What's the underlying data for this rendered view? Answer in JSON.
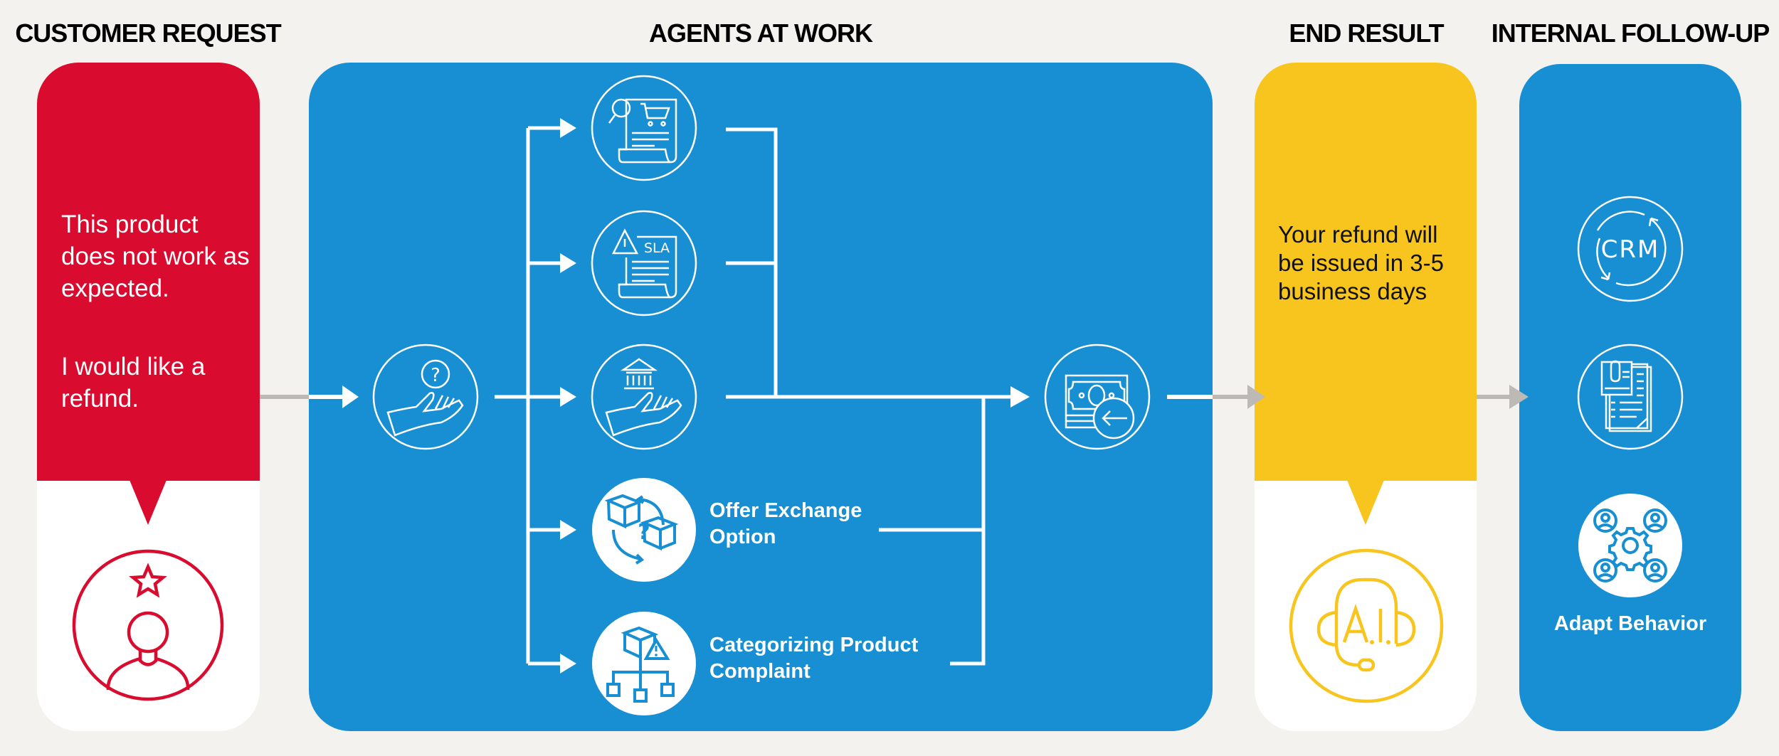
{
  "headers": {
    "customer_request": "CUSTOMER REQUEST",
    "agents_at_work": "AGENTS AT WORK",
    "end_result": "END RESULT",
    "internal_follow_up": "INTERNAL FOLLOW-UP"
  },
  "customer_card": {
    "message_lines": [
      "This product does not work as expected.",
      "I would like a refund."
    ],
    "icon": "customer-star-icon",
    "color": "#d90b2f"
  },
  "agents": {
    "intake_icon": "question-hand-icon",
    "steps": [
      {
        "icon": "order-lookup-icon",
        "label": ""
      },
      {
        "icon": "sla-check-icon",
        "label": ""
      },
      {
        "icon": "refund-policy-icon",
        "label": ""
      },
      {
        "icon": "exchange-icon",
        "label_line1": "Offer Exchange",
        "label_line2": "Option",
        "highlighted": true
      },
      {
        "icon": "categorize-complaint-icon",
        "label_line1": "Categorizing Product",
        "label_line2": "Complaint",
        "highlighted": true
      }
    ],
    "output_icon": "refund-money-icon",
    "color": "#178fd2"
  },
  "end_result": {
    "message": "Your refund will be issued in 3-5 business days",
    "icon": "ai-headset-icon",
    "color": "#f7c51d"
  },
  "follow_up": {
    "items": [
      {
        "icon": "crm-sync-icon",
        "label": ""
      },
      {
        "icon": "documents-icon",
        "label": ""
      },
      {
        "icon": "adapt-behavior-icon",
        "label": "Adapt Behavior",
        "highlighted": true
      }
    ]
  },
  "colors": {
    "background": "#f3f2ee",
    "connector": "#ffffff",
    "external_arrow": "#bdbab5"
  }
}
